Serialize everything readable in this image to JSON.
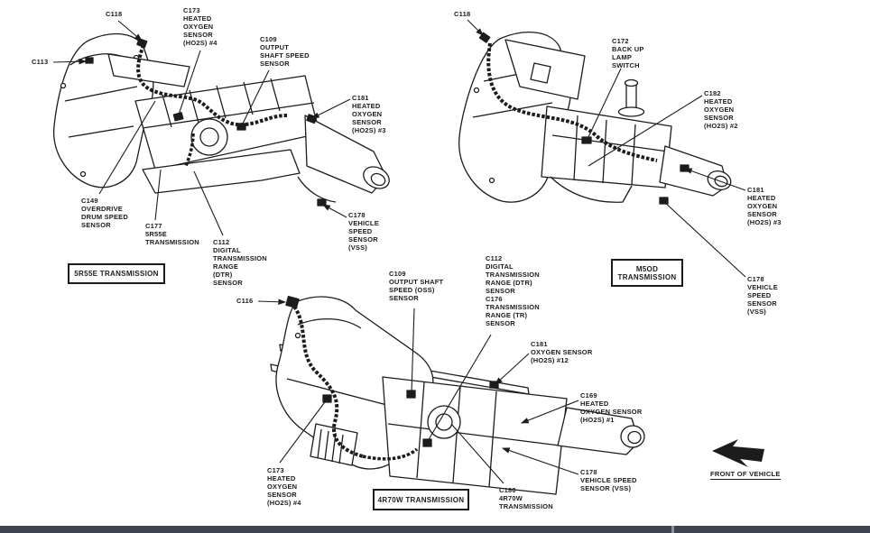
{
  "document": {
    "type": "transmission-connector-location-diagram"
  },
  "diagrams": [
    {
      "name": "5R55E Transmission",
      "box_label": "5R55E TRANSMISSION",
      "callouts": [
        {
          "id": "C118",
          "text": "C118"
        },
        {
          "id": "C173",
          "text": "C173\nHEATED\nOXYGEN\nSENSOR\n(HO2S) #4"
        },
        {
          "id": "C109",
          "text": "C109\nOUTPUT\nSHAFT SPEED\nSENSOR"
        },
        {
          "id": "C113",
          "text": "C113"
        },
        {
          "id": "C181",
          "text": "C181\nHEATED\nOXYGEN\nSENSOR\n(HO2S) #3"
        },
        {
          "id": "C149",
          "text": "C149\nOVERDRIVE\nDRUM SPEED\nSENSOR"
        },
        {
          "id": "C177",
          "text": "C177\n5R55E\nTRANSMISSION"
        },
        {
          "id": "C112",
          "text": "C112\nDIGITAL\nTRANSMISSION\nRANGE\n(DTR)\nSENSOR"
        },
        {
          "id": "C178",
          "text": "C178\nVEHICLE\nSPEED\nSENSOR\n(VSS)"
        }
      ]
    },
    {
      "name": "M5OD Transmission",
      "box_label": "M5OD\nTRANSMISSION",
      "callouts": [
        {
          "id": "C118",
          "text": "C118"
        },
        {
          "id": "C172",
          "text": "C172\nBACK UP\nLAMP\nSWITCH"
        },
        {
          "id": "C182",
          "text": "C182\nHEATED\nOXYGEN\nSENSOR\n(HO2S) #2"
        },
        {
          "id": "C181",
          "text": "C181\nHEATED\nOXYGEN\nSENSOR\n(HO2S) #3"
        },
        {
          "id": "C178",
          "text": "C178\nVEHICLE\nSPEED\nSENSOR\n(VSS)"
        }
      ]
    },
    {
      "name": "4R70W Transmission",
      "box_label": "4R70W TRANSMISSION",
      "callouts": [
        {
          "id": "C116",
          "text": "C116"
        },
        {
          "id": "C109",
          "text": "C109\nOUTPUT SHAFT\nSPEED (OSS)\nSENSOR"
        },
        {
          "id": "C112_C176",
          "text": "C112\nDIGITAL\nTRANSMISSION\nRANGE (DTR)\nSENSOR\nC176\nTRANSMISSION\nRANGE (TR)\nSENSOR"
        },
        {
          "id": "C181",
          "text": "C181\nOXYGEN SENSOR\n(HO2S) #12"
        },
        {
          "id": "C169",
          "text": "C169\nHEATED\nOXYGEN SENSOR\n(HO2S) #1"
        },
        {
          "id": "C178",
          "text": "C178\nVEHICLE SPEED\nSENSOR (VSS)"
        },
        {
          "id": "C180",
          "text": "C180\n4R70W\nTRANSMISSION"
        },
        {
          "id": "C173",
          "text": "C173\nHEATED\nOXYGEN\nSENSOR\n(HO2S) #4"
        }
      ]
    }
  ],
  "front_of_vehicle_label": "FRONT OF VEHICLE",
  "colors": {
    "ink": "#1c1c1c",
    "background": "#ffffff",
    "footer_bar": "#3d4450",
    "footer_gap": "#8b929c"
  }
}
